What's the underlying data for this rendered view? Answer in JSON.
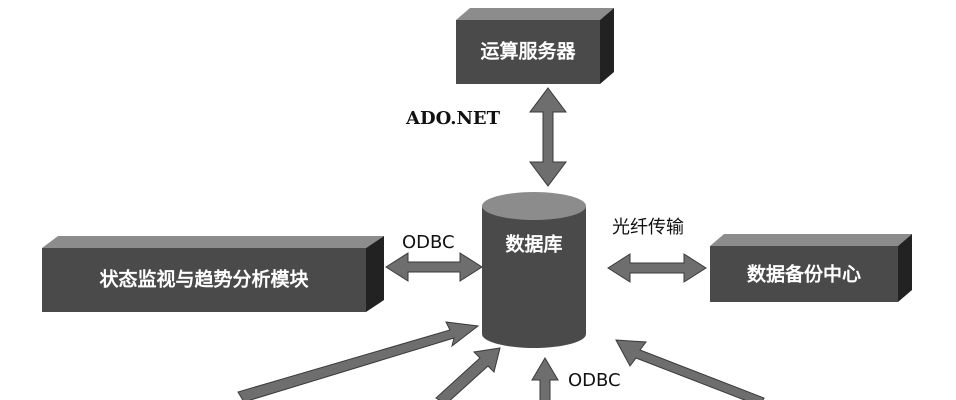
{
  "colors": {
    "box_front": "#4a4a4a",
    "box_side": "#222222",
    "box_top": "#8c8c8c",
    "arrow": "#6e6e6e",
    "arrow_stroke": "#3a3a3a",
    "label_text": "#ffffff",
    "edge_text": "#111111"
  },
  "nodes": {
    "compute_server": {
      "label": "运算服务器"
    },
    "database": {
      "label": "数据库"
    },
    "monitor_module": {
      "label": "状态监视与趋势分析模块"
    },
    "backup_center": {
      "label": "数据备份中心"
    }
  },
  "edges": {
    "server_db": {
      "label": "ADO.NET"
    },
    "monitor_db": {
      "label": "ODBC"
    },
    "db_backup": {
      "label": "光纤传输"
    },
    "db_bottom": {
      "label": "ODBC"
    }
  }
}
